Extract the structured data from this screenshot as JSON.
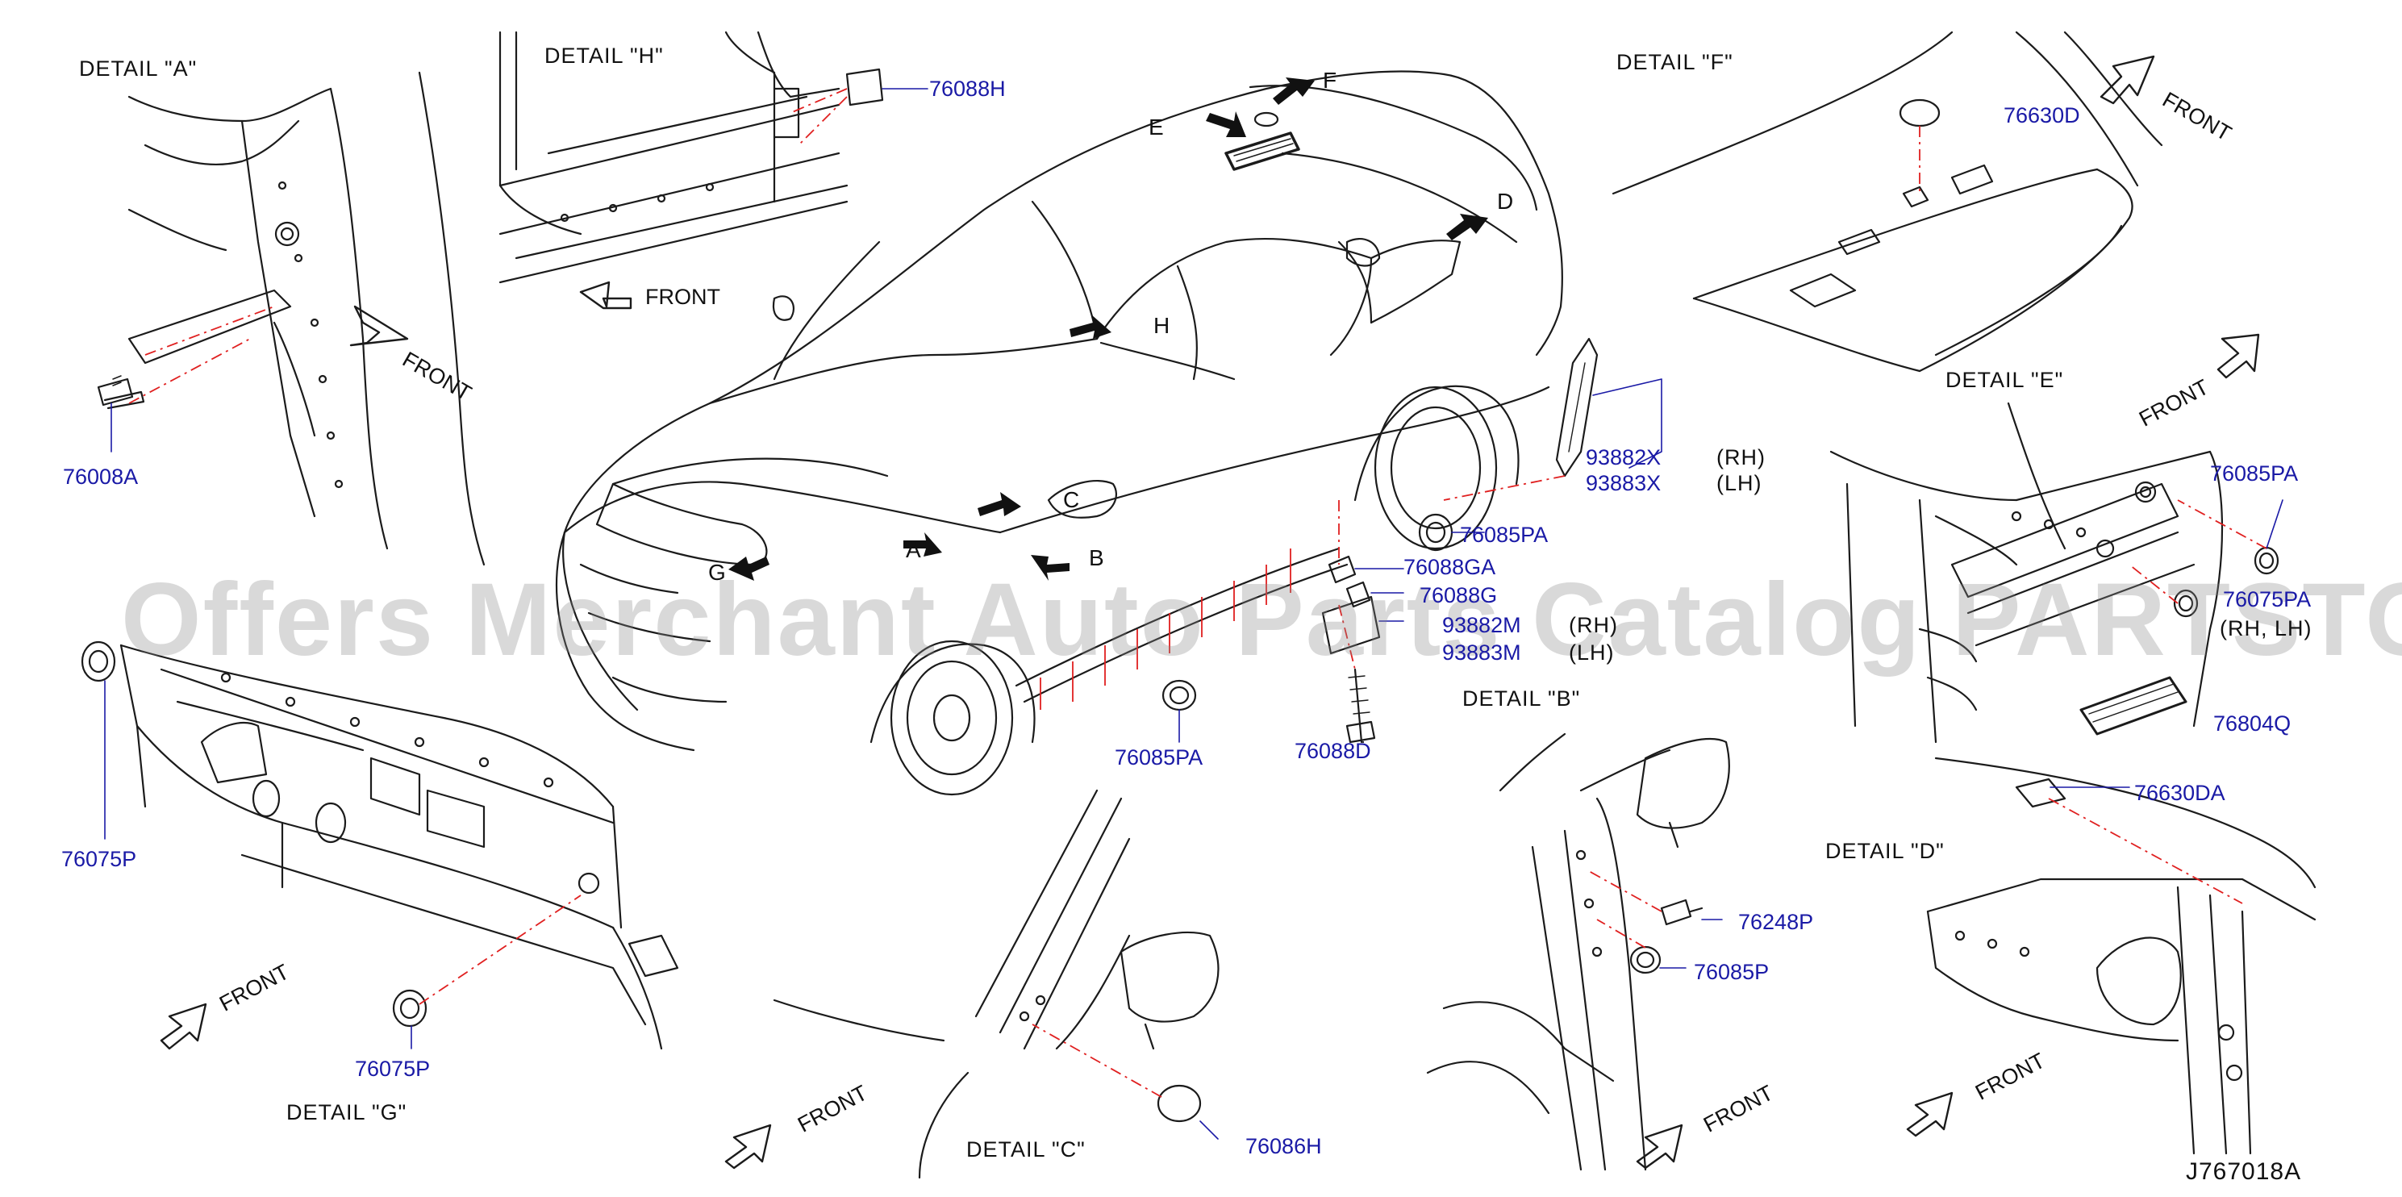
{
  "watermark": "Offers Merchant Auto Parts Catalog PARTSTORE.SA",
  "drawing_id": "J767018A",
  "front_label": "FRONT",
  "details": {
    "A": "DETAIL  \"A\"",
    "H": "DETAIL  \"H\"",
    "F": "DETAIL  \"F\"",
    "E": "DETAIL  \"E\"",
    "B": "DETAIL  \"B\"",
    "D": "DETAIL  \"D\"",
    "G": "DETAIL  \"G\"",
    "C": "DETAIL  \"C\""
  },
  "letters": [
    "A",
    "B",
    "C",
    "D",
    "E",
    "F",
    "G",
    "H"
  ],
  "parts": {
    "p76008A": "76008A",
    "p76088H": "76088H",
    "p76630D": "76630D",
    "p93882X": "93882X",
    "p93883X": "93883X",
    "rh": "(RH)",
    "lh": "(LH)",
    "p76085PA_main": "76085PA",
    "p76088GA": "76088GA",
    "p76088G": "76088G",
    "p93882M": "93882M",
    "p93883M": "93883M",
    "rh_m": "(RH)",
    "lh_m": "(LH)",
    "p76085PA_E": "76085PA",
    "p76075PA": "76075PA",
    "rh_lh_E": "(RH, LH)",
    "p76804Q": "76804Q",
    "p76075P_left": "76075P",
    "p76085PA_bottom": "76085PA",
    "p76088D": "76088D",
    "p76630DA": "76630DA",
    "p76248P": "76248P",
    "p76085P": "76085P",
    "p76075P_bottom": "76075P",
    "p76086H": "76086H"
  }
}
